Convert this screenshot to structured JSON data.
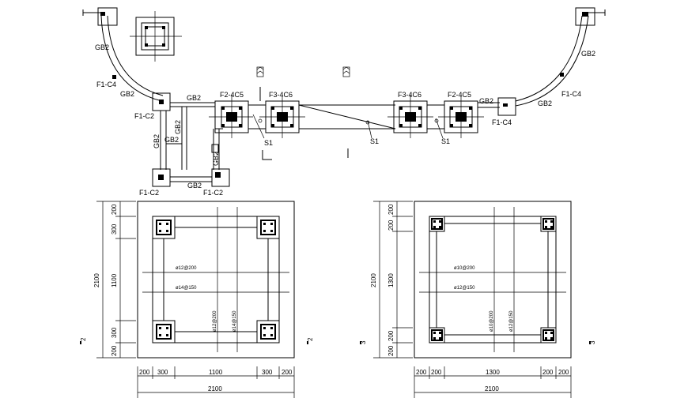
{
  "plan": {
    "labels": {
      "gb2_top_left": "GB2",
      "f1c4_left": "F1-C4",
      "gb2_curve_left": "GB2",
      "f1c2_upper": "F1-C2",
      "gb2_beam_left": "GB2",
      "gb2_vertical_a": "GB2",
      "gb2_vertical_b": "GB2",
      "gb2_vertical_c": "GB2",
      "gb2_bottom": "GB2",
      "f1c2_bottom_left": "F1-C2",
      "f1c2_bottom_right": "F1-C2",
      "f2_4c5_left": "F2-4C5",
      "f3_4c6_left": "F3-4C6",
      "f3_4c6_right": "F3-4C6",
      "f2_4c5_right": "F2-4C5",
      "gb2_beam_right": "GB2",
      "f1c4_mid_right": "F1-C4",
      "gb2_curve_right": "GB2",
      "f1c4_right": "F1-C4",
      "gb2_top_right": "GB2",
      "s1_a": "S1",
      "s1_b": "S1",
      "s1_c": "S1"
    }
  },
  "detail_left": {
    "left_dims": [
      "200",
      "300",
      "1100",
      "300",
      "200"
    ],
    "overall": "2100",
    "bottom_dims": [
      "200",
      "300",
      "1100",
      "300",
      "200"
    ],
    "bottom_overall": "2100",
    "rebar_h1": "ø12@200",
    "rebar_h2": "ø14@150",
    "rebar_v1": "ø12@200",
    "rebar_v2": "ø14@150",
    "section_mark": "2"
  },
  "detail_right": {
    "left_dims": [
      "200",
      "200",
      "1300",
      "200",
      "200"
    ],
    "overall": "2100",
    "bottom_dims": [
      "200",
      "200",
      "1300",
      "200",
      "200"
    ],
    "bottom_overall": "2100",
    "rebar_h1": "ø10@200",
    "rebar_h2": "ø12@150",
    "rebar_v1": "ø10@200",
    "rebar_v2": "ø12@150",
    "section_mark": "3"
  }
}
